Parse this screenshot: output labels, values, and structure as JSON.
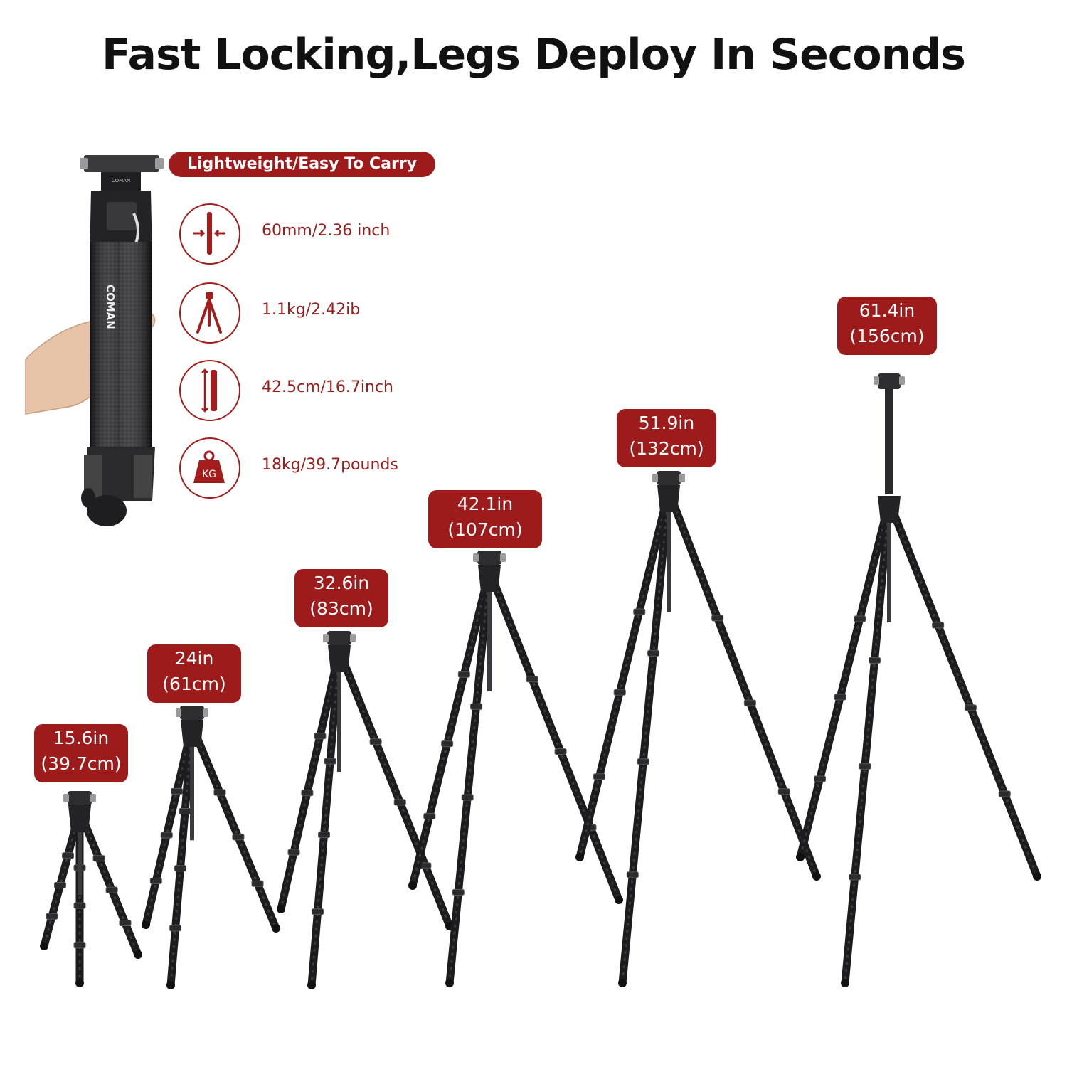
{
  "headline": "Fast Locking,Legs Deploy In Seconds",
  "brand": "COMAN",
  "features": {
    "title": "Lightweight/Easy To Carry",
    "items": [
      {
        "icon": "tube-diameter-icon",
        "value": "60mm/2.36 inch"
      },
      {
        "icon": "tripod-weight-icon",
        "value": "1.1kg/2.42ib"
      },
      {
        "icon": "folded-length-icon",
        "value": "42.5cm/16.7inch"
      },
      {
        "icon": "kg-load-icon",
        "value": "18kg/39.7pounds",
        "icon_text": "KG"
      }
    ]
  },
  "heights": [
    {
      "in": "15.6in",
      "cm": "(39.7cm)"
    },
    {
      "in": "24in",
      "cm": "(61cm)"
    },
    {
      "in": "32.6in",
      "cm": "(83cm)"
    },
    {
      "in": "42.1in",
      "cm": "(107cm)"
    },
    {
      "in": "51.9in",
      "cm": "(132cm)"
    },
    {
      "in": "61.4in",
      "cm": "(156cm)"
    }
  ],
  "colors": {
    "accent": "#9e1b1b",
    "carbon": "#1c1c1e"
  }
}
